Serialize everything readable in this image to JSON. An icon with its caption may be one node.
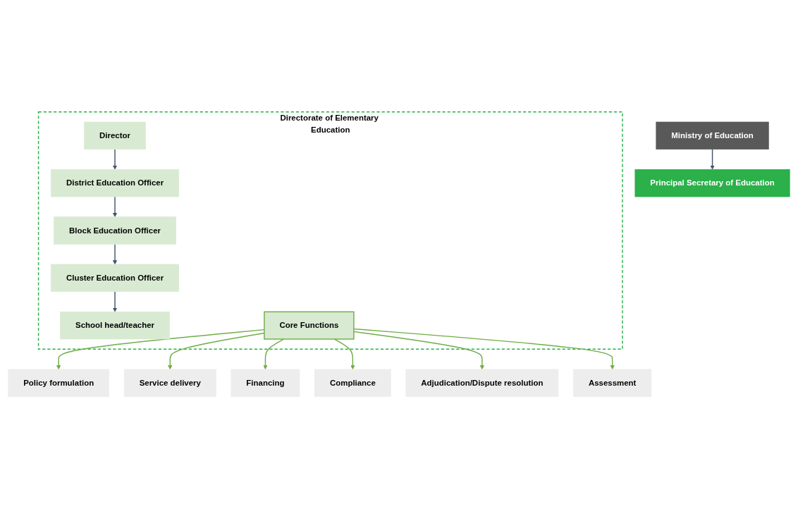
{
  "diagram": {
    "nodes": [
      {
        "text": [
          "Ministry of Education"
        ]
      },
      {
        "text": [
          "Principal Secretary of Education"
        ]
      },
      {
        "text": [
          "Directorate of Elementary Education"
        ]
      },
      {
        "text": [
          "Director"
        ],
        "in": 2
      },
      {
        "text": [
          "District Education Officer"
        ],
        "in": 2
      },
      {
        "text": [
          "Block Education Officer"
        ],
        "in": 2
      },
      {
        "text": [
          "Cluster Education Officer"
        ],
        "in": 2
      },
      {
        "text": [
          "School head/teacher"
        ],
        "in": 2
      },
      {
        "text": [
          "Core Functions"
        ],
        "in": 2
      },
      {
        "text": [
          "Policy formulation"
        ]
      },
      {
        "text": [
          "Service delivery"
        ]
      },
      {
        "text": [
          "Financing"
        ]
      },
      {
        "text": [
          "Compliance"
        ]
      },
      {
        "text": [
          "Adjudication/Dispute resolution"
        ]
      },
      {
        "text": [
          "Assessment"
        ]
      }
    ],
    "edges": [
      {
        "from": 0,
        "to": 1,
        "arrow": "to"
      },
      {
        "from": 3,
        "to": 4,
        "arrow": "to"
      },
      {
        "from": 4,
        "to": 5,
        "arrow": "to"
      },
      {
        "from": 5,
        "to": 6,
        "arrow": "to"
      },
      {
        "from": 6,
        "to": 7,
        "arrow": "to"
      },
      {
        "from": 8,
        "to": 9,
        "arrow": "to",
        "color": "#70ad47"
      },
      {
        "from": 8,
        "to": 10,
        "arrow": "to",
        "color": "#70ad47"
      },
      {
        "from": 8,
        "to": 11,
        "arrow": "to",
        "color": "#70ad47"
      },
      {
        "from": 8,
        "to": 12,
        "arrow": "to",
        "color": "#70ad47"
      },
      {
        "from": 8,
        "to": 13,
        "arrow": "to",
        "color": "#70ad47"
      },
      {
        "from": 8,
        "to": 14,
        "arrow": "to",
        "color": "#70ad47"
      }
    ]
  }
}
